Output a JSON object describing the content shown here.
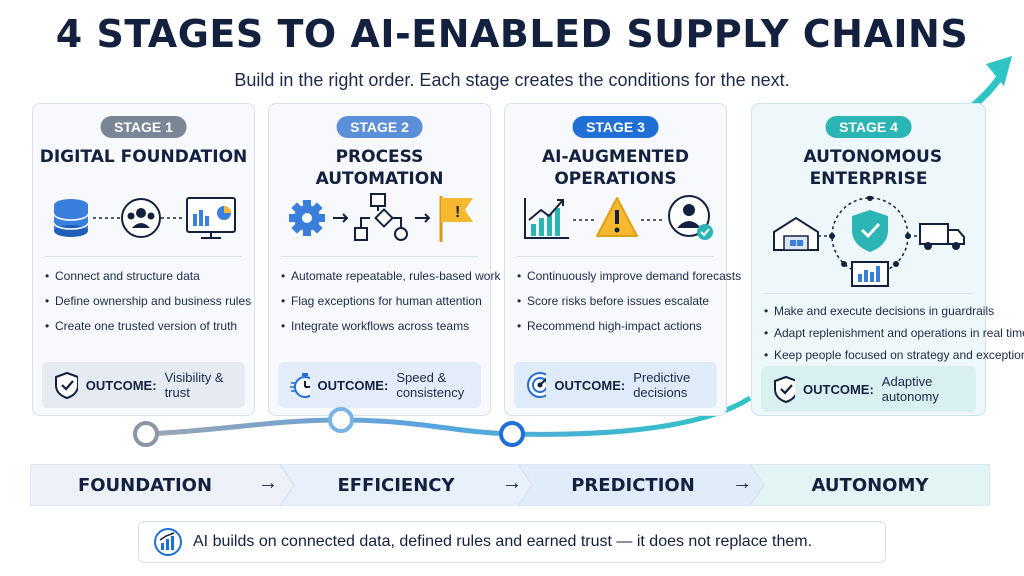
{
  "title": "4 STAGES TO AI-ENABLED SUPPLY CHAINS",
  "subtitle": "Build in the right order. Each stage creates the conditions for the next.",
  "stages": [
    {
      "badge": "STAGE 1",
      "badge_color": "#7a8696",
      "title": "DIGITAL FOUNDATION",
      "icons": [
        "database-icon",
        "team-icon",
        "dashboard-monitor-icon"
      ],
      "bullets": [
        "Connect and structure data",
        "Define ownership and business rules",
        "Create one trusted version of truth"
      ],
      "outcome_label": "OUTCOME:",
      "outcome_value": "Visibility & trust",
      "outcome_icon": "shield-check-icon"
    },
    {
      "badge": "STAGE 2",
      "badge_color": "#5b8fd8",
      "title": "PROCESS AUTOMATION",
      "icons": [
        "gear-icon",
        "flowchart-icon",
        "flag-alert-icon"
      ],
      "bullets": [
        "Automate repeatable, rules-based work",
        "Flag exceptions for human attention",
        "Integrate workflows across teams"
      ],
      "outcome_label": "OUTCOME:",
      "outcome_value": "Speed & consistency",
      "outcome_icon": "stopwatch-icon"
    },
    {
      "badge": "STAGE 3",
      "badge_color": "#1f6fd6",
      "title": "AI-AUGMENTED OPERATIONS",
      "icons": [
        "trend-chart-icon",
        "warning-icon",
        "user-check-icon"
      ],
      "bullets": [
        "Continuously improve demand forecasts",
        "Score risks before issues escalate",
        "Recommend high-impact actions"
      ],
      "outcome_label": "OUTCOME:",
      "outcome_value": "Predictive decisions",
      "outcome_icon": "target-icon"
    },
    {
      "badge": "STAGE 4",
      "badge_color": "#2bb5b5",
      "title": "AUTONOMOUS ENTERPRISE",
      "icons": [
        "warehouse-icon",
        "shield-network-icon",
        "truck-icon",
        "monitor-chart-icon"
      ],
      "bullets": [
        "Make and execute decisions in guardrails",
        "Adapt replenishment and operations in real time",
        "Keep people focused on strategy and exceptions"
      ],
      "outcome_label": "OUTCOME:",
      "outcome_value": "Adaptive autonomy",
      "outcome_icon": "shield-check-icon"
    }
  ],
  "phases": [
    "FOUNDATION",
    "EFFICIENCY",
    "PREDICTION",
    "AUTONOMY"
  ],
  "phase_arrow": "→",
  "footer": {
    "text": "AI builds on connected data, defined rules and earned trust — it does not replace them.",
    "icon": "growth-chart-icon"
  },
  "colors": {
    "navy": "#13213f",
    "blue": "#1f6fd6",
    "teal": "#2bb5b5",
    "gray": "#7a8696"
  }
}
